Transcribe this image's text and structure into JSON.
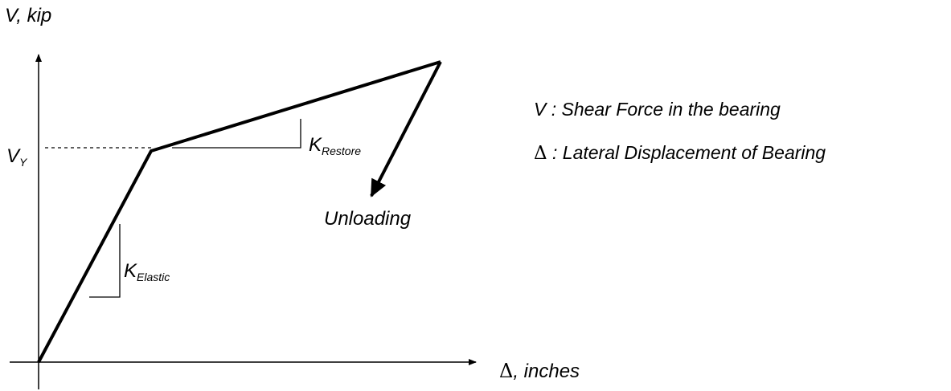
{
  "y_axis_label": "V, kip",
  "x_axis_label": ", inches",
  "delta_symbol": "Δ",
  "yield": {
    "main": "V",
    "sub": "Y"
  },
  "k_restore": {
    "main": "K",
    "sub": "Restore"
  },
  "k_elastic": {
    "main": "K",
    "sub": "Elastic"
  },
  "unloading_label": "Unloading",
  "legend": {
    "shear": "V : Shear Force in the bearing",
    "displacement": " : Lateral Displacement of Bearing"
  },
  "colors": {
    "line": "#000000",
    "background": "#ffffff"
  }
}
